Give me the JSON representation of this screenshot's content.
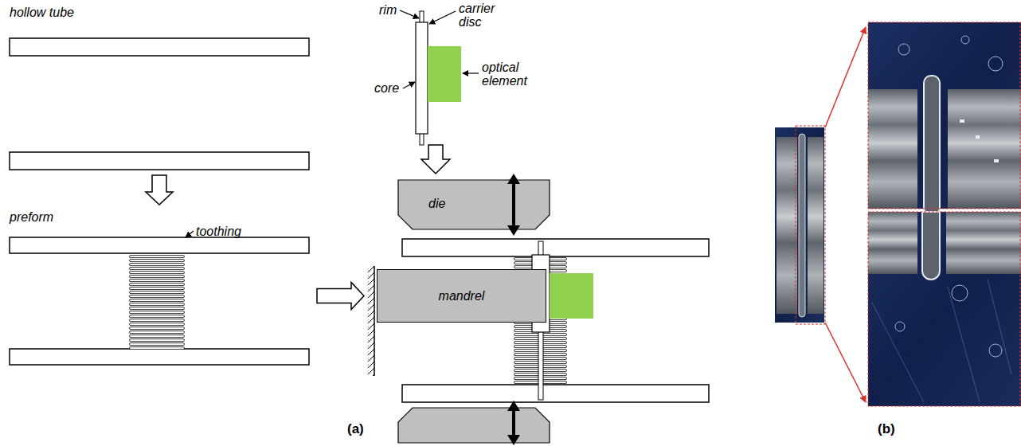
{
  "diagram": {
    "nodes": [
      {
        "text": [
          "hollow tube"
        ]
      },
      {
        "text": [
          "preform"
        ]
      },
      {
        "text": [
          "die"
        ]
      },
      {
        "text": [
          "mandrel"
        ]
      }
    ],
    "edges": [
      {
        "from": 0,
        "to": 1,
        "arrow": "to"
      },
      {
        "from": 1,
        "to": 3,
        "arrow": "to"
      }
    ],
    "labels": [
      "rim",
      "carrier disc",
      "core",
      "optical element",
      "toothing",
      "(a)",
      "(b)"
    ]
  }
}
